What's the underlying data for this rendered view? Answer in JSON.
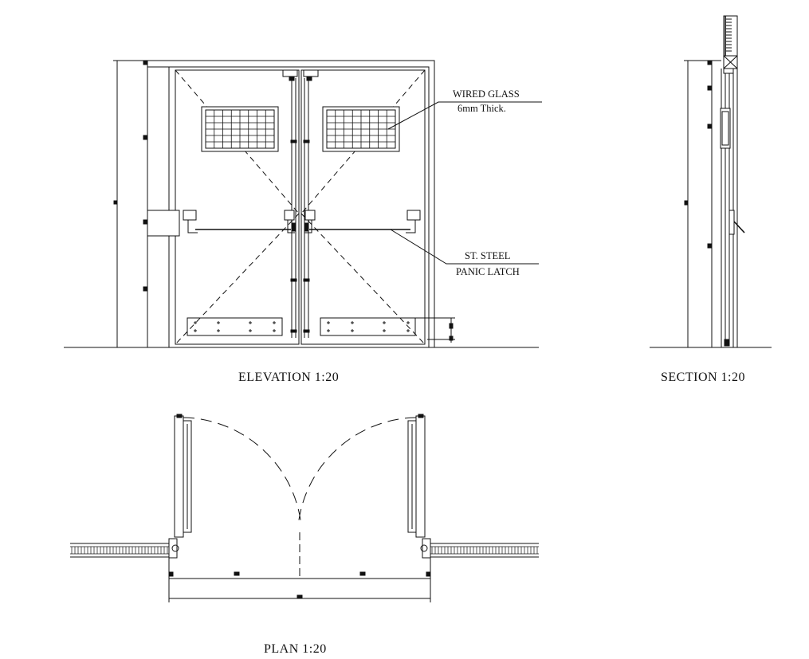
{
  "views": {
    "elevation": {
      "label": "ELEVATION 1:20"
    },
    "section": {
      "label": "SECTION 1:20"
    },
    "plan": {
      "label": "PLAN 1:20"
    }
  },
  "annotations": {
    "wired_glass_line1": "WIRED GLASS",
    "wired_glass_line2": "6mm Thick.",
    "panic_latch_line1": "ST. STEEL",
    "panic_latch_line2": "PANIC LATCH"
  },
  "colors": {
    "line": "#111111",
    "background": "#ffffff"
  }
}
